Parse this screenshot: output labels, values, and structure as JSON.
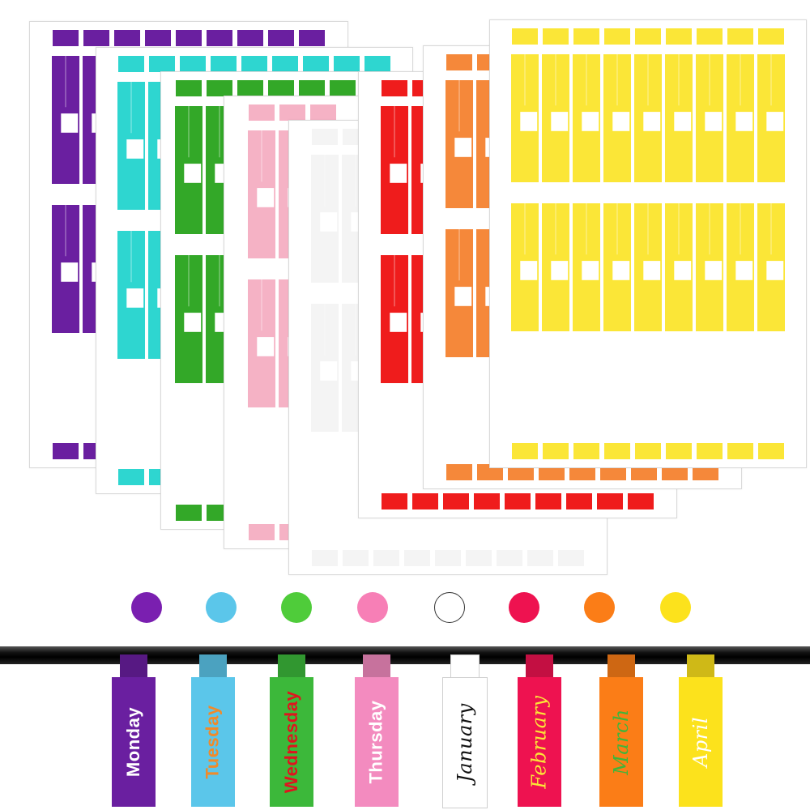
{
  "sheets": [
    {
      "name": "purple",
      "color": "#6a1fa0"
    },
    {
      "name": "cyan",
      "color": "#2ed6d0"
    },
    {
      "name": "green",
      "color": "#33a828"
    },
    {
      "name": "pink",
      "color": "#f5b2c5"
    },
    {
      "name": "white",
      "color": "#f4f4f4"
    },
    {
      "name": "red",
      "color": "#ef1c1c"
    },
    {
      "name": "orange",
      "color": "#f5883a"
    },
    {
      "name": "yellow",
      "color": "#fbe637"
    }
  ],
  "swatches": [
    {
      "name": "purple",
      "color": "#7a1fb0"
    },
    {
      "name": "sky-blue",
      "color": "#5bc6ea"
    },
    {
      "name": "green",
      "color": "#4fcc3a"
    },
    {
      "name": "pink",
      "color": "#f77fb6"
    },
    {
      "name": "white",
      "color": "#ffffff"
    },
    {
      "name": "red",
      "color": "#ee1250"
    },
    {
      "name": "orange",
      "color": "#fb7d17"
    },
    {
      "name": "yellow",
      "color": "#fce21c"
    }
  ],
  "tags": [
    {
      "label": "Monday",
      "bg": "#6a1fa0",
      "fg": "#ffffff",
      "script": false
    },
    {
      "label": "Tuesday",
      "bg": "#5bc6ea",
      "fg": "#f08a2a",
      "script": false
    },
    {
      "label": "Wednesday",
      "bg": "#3cb83a",
      "fg": "#e0141e",
      "script": false
    },
    {
      "label": "Thursday",
      "bg": "#f38bbf",
      "fg": "#ffffff",
      "script": false
    },
    {
      "label": "January",
      "bg": "#ffffff",
      "fg": "#111111",
      "script": true
    },
    {
      "label": "February",
      "bg": "#ee1250",
      "fg": "#fbe637",
      "script": true
    },
    {
      "label": "March",
      "bg": "#fb7d17",
      "fg": "#3fb53a",
      "script": true
    },
    {
      "label": "April",
      "bg": "#fce21c",
      "fg": "#ffffff",
      "script": true
    }
  ]
}
